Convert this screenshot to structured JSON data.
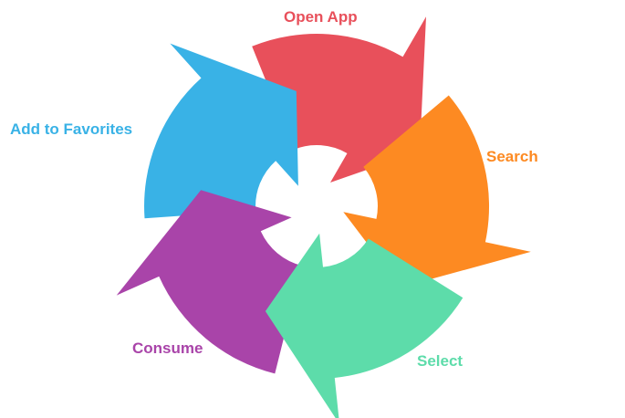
{
  "diagram": {
    "type": "cycle",
    "stages": [
      {
        "label": "Open App",
        "color": "#e8505b"
      },
      {
        "label": "Search",
        "color": "#fd8a22"
      },
      {
        "label": "Select",
        "color": "#5ddcaa"
      },
      {
        "label": "Consume",
        "color": "#a944a9"
      },
      {
        "label": "Add to Favorites",
        "color": "#39b2e6"
      }
    ]
  }
}
